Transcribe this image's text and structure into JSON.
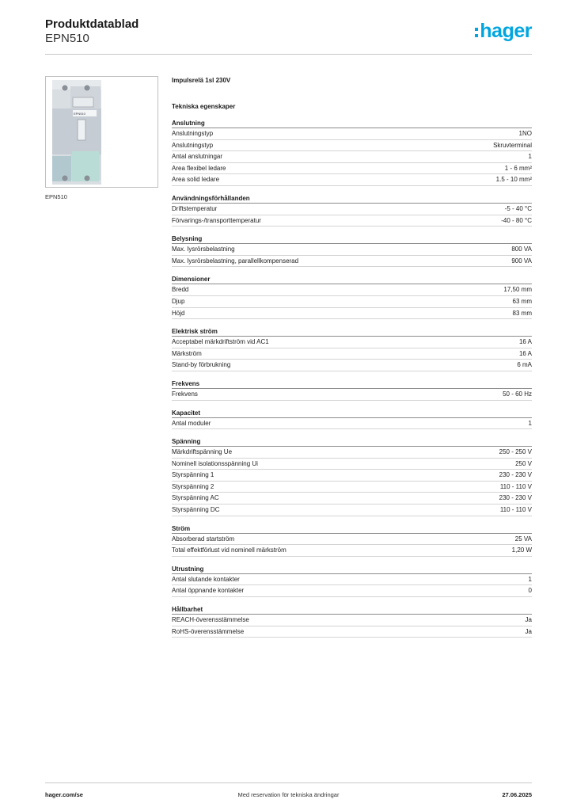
{
  "header": {
    "title": "Produktdatablad",
    "code": "EPN510",
    "logo": "hager"
  },
  "colors": {
    "brand": "#00a6e0",
    "rule": "#c8c8c8",
    "device_body": "#d9dee3",
    "device_terminal": "#b9dcd6"
  },
  "product": {
    "image_icon": "impulse-relay-device",
    "device_label": "EPN510",
    "caption": "EPN510",
    "name": "Impulsrelä 1sl 230V"
  },
  "spec_heading": "Tekniska egenskaper",
  "groups": [
    {
      "title": "Anslutning",
      "rows": [
        {
          "label": "Anslutningstyp",
          "value": "1NO"
        },
        {
          "label": "Anslutningstyp",
          "value": "Skruvterminal"
        },
        {
          "label": "Antal anslutningar",
          "value": "1"
        },
        {
          "label": "Area flexibel ledare",
          "value": "1 - 6 mm²"
        },
        {
          "label": "Area solid ledare",
          "value": "1.5 - 10 mm²"
        }
      ]
    },
    {
      "title": "Användningsförhållanden",
      "rows": [
        {
          "label": "Driftstemperatur",
          "value": "-5 - 40 °C"
        },
        {
          "label": "Förvarings-/transporttemperatur",
          "value": "-40 - 80 °C"
        }
      ]
    },
    {
      "title": "Belysning",
      "rows": [
        {
          "label": "Max. lysrörsbelastning",
          "value": "800 VA"
        },
        {
          "label": "Max. lysrörsbelastning, parallellkompenserad",
          "value": "900 VA"
        }
      ]
    },
    {
      "title": "Dimensioner",
      "rows": [
        {
          "label": "Bredd",
          "value": "17,50 mm"
        },
        {
          "label": "Djup",
          "value": "63 mm"
        },
        {
          "label": "Höjd",
          "value": "83 mm"
        }
      ]
    },
    {
      "title": "Elektrisk ström",
      "rows": [
        {
          "label": "Acceptabel märkdriftström vid AC1",
          "value": "16 A"
        },
        {
          "label": "Märkström",
          "value": "16 A"
        },
        {
          "label": "Stand-by förbrukning",
          "value": "6 mA"
        }
      ]
    },
    {
      "title": "Frekvens",
      "rows": [
        {
          "label": "Frekvens",
          "value": "50 - 60 Hz"
        }
      ]
    },
    {
      "title": "Kapacitet",
      "rows": [
        {
          "label": "Antal moduler",
          "value": "1"
        }
      ]
    },
    {
      "title": "Spänning",
      "rows": [
        {
          "label": "Märkdriftspänning Ue",
          "value": "250 - 250 V"
        },
        {
          "label": "Nominell isolationsspänning Ui",
          "value": "250 V"
        },
        {
          "label": "Styrspänning 1",
          "value": "230 - 230 V"
        },
        {
          "label": "Styrspänning 2",
          "value": "110 - 110 V"
        },
        {
          "label": "Styrspänning AC",
          "value": "230 - 230 V"
        },
        {
          "label": "Styrspänning DC",
          "value": "110 - 110 V"
        }
      ]
    },
    {
      "title": "Ström",
      "rows": [
        {
          "label": "Absorberad startström",
          "value": "25 VA"
        },
        {
          "label": "Total effektförlust vid nominell märkström",
          "value": "1,20 W"
        }
      ]
    },
    {
      "title": "Utrustning",
      "rows": [
        {
          "label": "Antal slutande kontakter",
          "value": "1"
        },
        {
          "label": "Antal öppnande kontakter",
          "value": "0"
        }
      ]
    },
    {
      "title": "Hållbarhet",
      "rows": [
        {
          "label": "REACH-överensstämmelse",
          "value": "Ja"
        },
        {
          "label": "RoHS-överensstämmelse",
          "value": "Ja"
        }
      ]
    }
  ],
  "footer": {
    "site": "hager.com/se",
    "note": "Med reservation för tekniska ändringar",
    "date": "27.06.2025"
  }
}
